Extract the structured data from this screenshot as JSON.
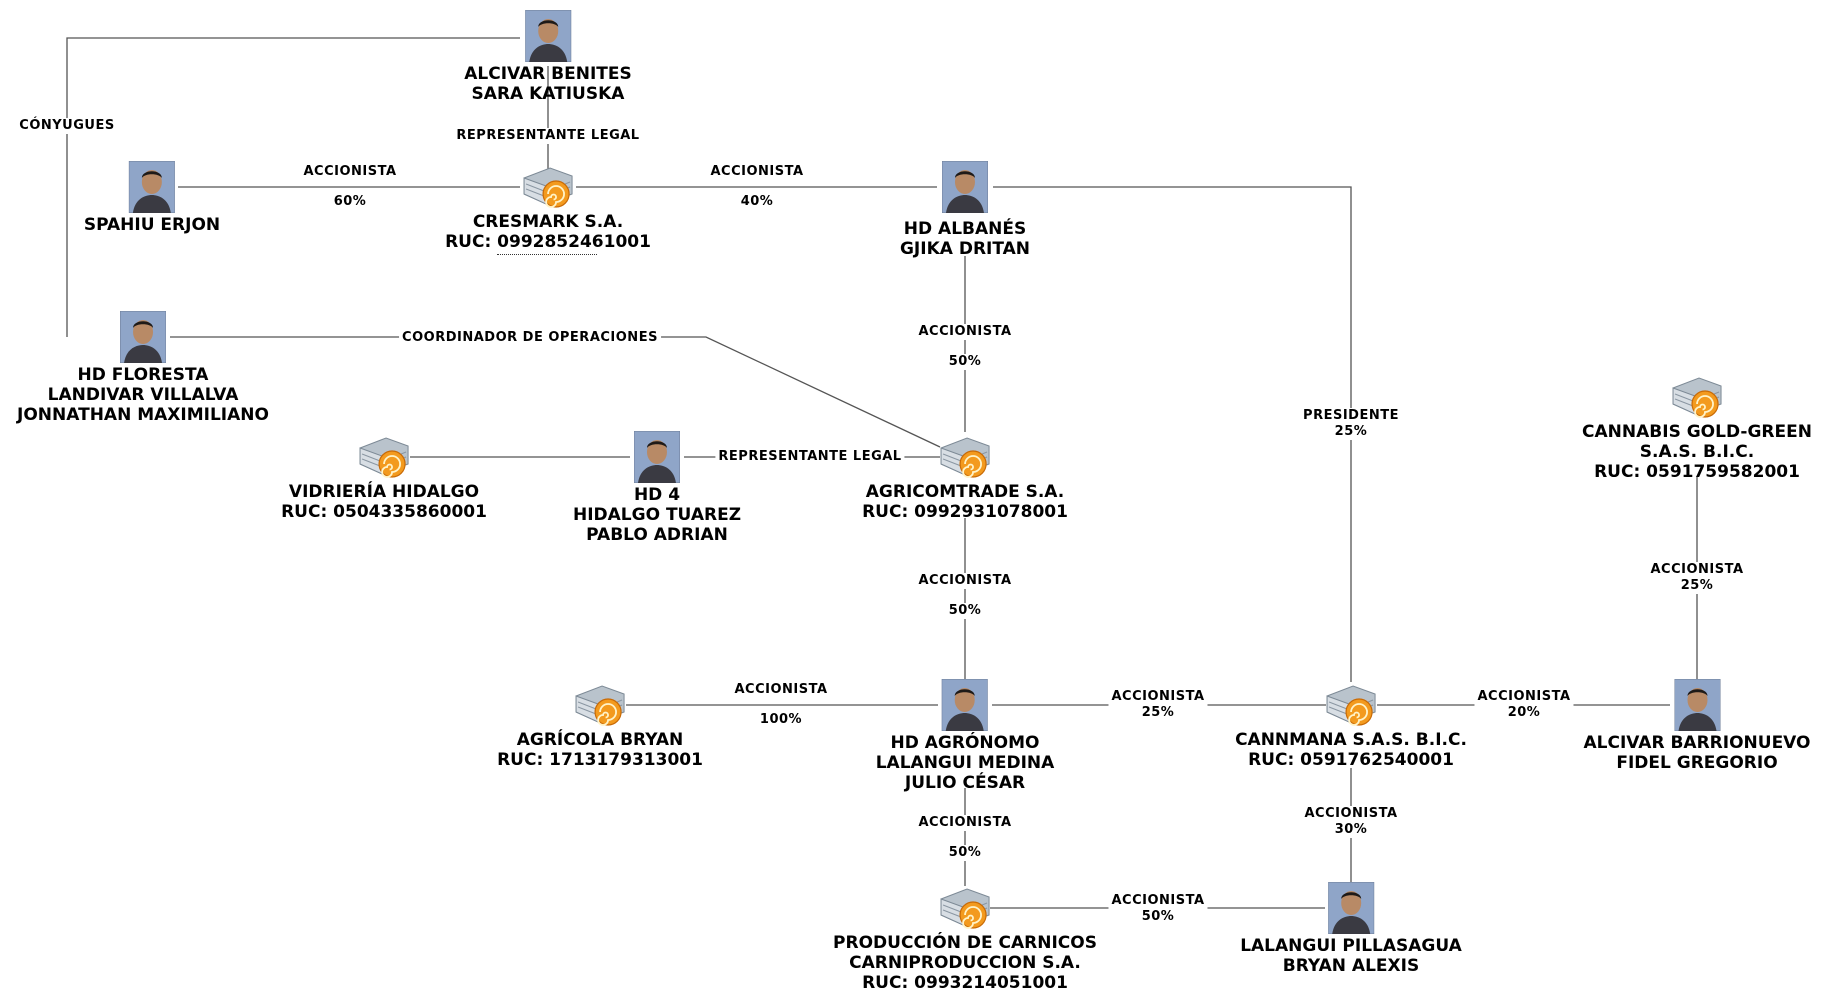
{
  "graph": {
    "nodes": {
      "alcivar_benites": {
        "kind": "person",
        "lines": [
          "ALCIVAR BENITES",
          "SARA KATIUSKA"
        ]
      },
      "spahiu": {
        "kind": "person",
        "lines": [
          "SPAHIU ERJON"
        ]
      },
      "cresmark": {
        "kind": "company",
        "lines": [
          "CRESMARK S.A.",
          "RUC: 0992852461001"
        ]
      },
      "hd_albanes": {
        "kind": "person",
        "lines": [
          "HD ALBANÉS",
          "GJIKA DRITAN"
        ]
      },
      "hd_floresta": {
        "kind": "person",
        "lines": [
          "HD FLORESTA",
          "LANDIVAR VILLALVA",
          "JONNATHAN MAXIMILIANO"
        ]
      },
      "vidrieria": {
        "kind": "company",
        "lines": [
          "VIDRIERÍA HIDALGO",
          "RUC: 0504335860001"
        ]
      },
      "hd4": {
        "kind": "person",
        "lines": [
          "HD 4",
          "HIDALGO TUAREZ",
          "PABLO ADRIAN"
        ]
      },
      "agricomtrade": {
        "kind": "company",
        "lines": [
          "AGRICOMTRADE S.A.",
          "RUC: 0992931078001"
        ]
      },
      "cannabis": {
        "kind": "company",
        "lines": [
          "CANNABIS GOLD-GREEN",
          "S.A.S. B.I.C.",
          "RUC: 0591759582001"
        ]
      },
      "agricola_bryan": {
        "kind": "company",
        "lines": [
          "AGRÍCOLA BRYAN",
          "RUC: 1713179313001"
        ]
      },
      "hd_agronomo": {
        "kind": "person",
        "lines": [
          "HD AGRÓNOMO",
          "LALANGUI MEDINA",
          "JULIO CÉSAR"
        ]
      },
      "cannmana": {
        "kind": "company",
        "lines": [
          "CANNMANA S.A.S. B.I.C.",
          "RUC: 0591762540001"
        ]
      },
      "alcivar_barrionuevo": {
        "kind": "person",
        "lines": [
          "ALCIVAR BARRIONUEVO",
          "FIDEL GREGORIO"
        ]
      },
      "produccion": {
        "kind": "company",
        "lines": [
          "PRODUCCIÓN DE CARNICOS",
          "CARNIPRODUCCION S.A.",
          "RUC: 0993214051001"
        ]
      },
      "lalangui_bryan": {
        "kind": "person",
        "lines": [
          "LALANGUI PILLASAGUA",
          "BRYAN ALEXIS"
        ]
      }
    },
    "edge_labels": {
      "conyuges": [
        "CÓNYUGUES"
      ],
      "rep_legal_cresmark": [
        "REPRESENTANTE LEGAL"
      ],
      "spahiu_accionista": [
        "ACCIONISTA"
      ],
      "spahiu_pct": [
        "60%"
      ],
      "albanes_cresmark_accionista": [
        "ACCIONISTA"
      ],
      "albanes_cresmark_pct": [
        "40%"
      ],
      "albanes_agri_accionista": [
        "ACCIONISTA"
      ],
      "albanes_agri_pct": [
        "50%"
      ],
      "coordinador": [
        "COORDINADOR DE OPERACIONES"
      ],
      "presidente": [
        "PRESIDENTE",
        "25%"
      ],
      "rep_legal_agri": [
        "REPRESENTANTE LEGAL"
      ],
      "cannabis_accionista": [
        "ACCIONISTA",
        "25%"
      ],
      "agronomo_agri_accionista": [
        "ACCIONISTA"
      ],
      "agronomo_agri_pct": [
        "50%"
      ],
      "agricola_accionista": [
        "ACCIONISTA"
      ],
      "agricola_pct": [
        "100%"
      ],
      "cannmana_agronomo": [
        "ACCIONISTA",
        "25%"
      ],
      "cannmana_barrionuevo": [
        "ACCIONISTA",
        "20%"
      ],
      "cannmana_lalangui": [
        "ACCIONISTA",
        "30%"
      ],
      "produccion_agronomo_accionista": [
        "ACCIONISTA"
      ],
      "produccion_agronomo_pct": [
        "50%"
      ],
      "produccion_lalangui": [
        "ACCIONISTA",
        "50%"
      ]
    },
    "colors": {
      "edge": "#555555",
      "company_orange": "#f39a1e",
      "company_gray": "#b9c3cc",
      "photo_bg": "#8fa5c8"
    }
  }
}
